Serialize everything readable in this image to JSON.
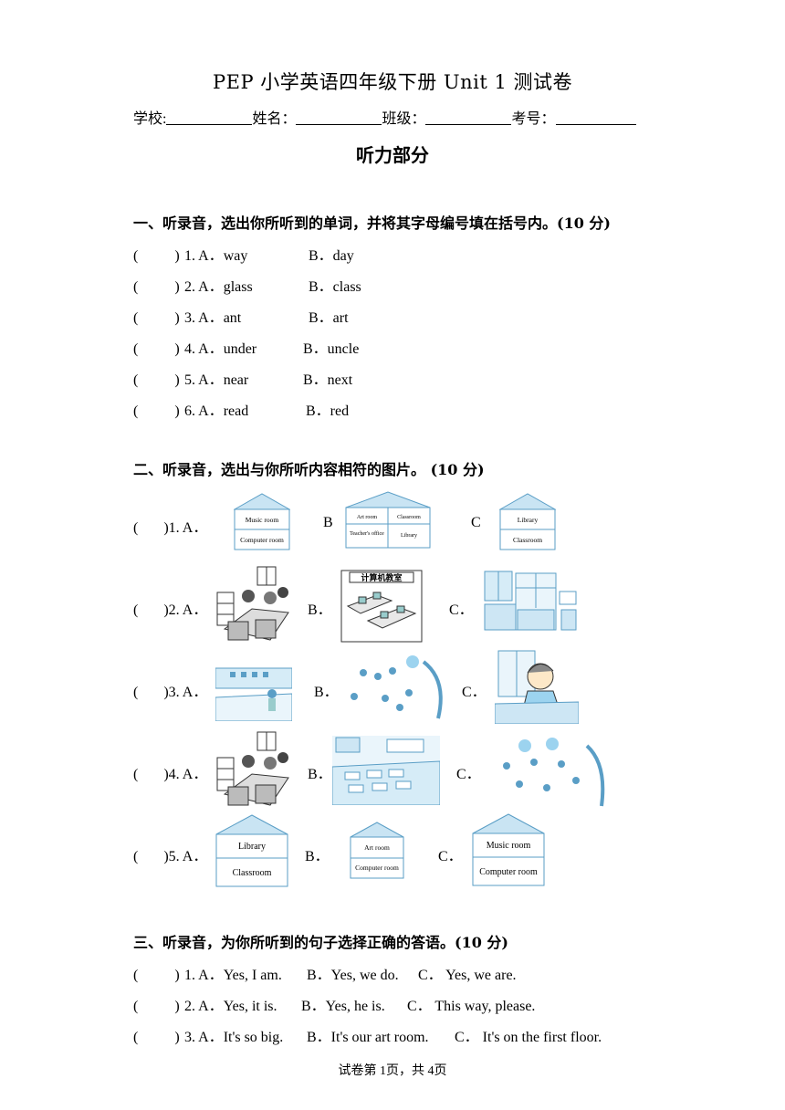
{
  "title": "PEP 小学英语四年级下册 Unit 1 测试卷",
  "info": {
    "school": "学校:",
    "name": "姓名：",
    "class": "班级：",
    "number": "考号："
  },
  "part_title": "听力部分",
  "section1": {
    "heading": "一、听录音，选出你所听到的单词，并将其字母编号填在括号内。(10 分)",
    "items": [
      {
        "num": "1. A．",
        "a": "way",
        "b": "B．day"
      },
      {
        "num": "2. A．",
        "a": "glass",
        "b": "B．class"
      },
      {
        "num": "3. A．",
        "a": "ant",
        "b": "B．art"
      },
      {
        "num": "4. A．",
        "a": "under",
        "b": "B．uncle"
      },
      {
        "num": "5. A．",
        "a": "near",
        "b": "B．next"
      },
      {
        "num": "6. A．",
        "a": "read",
        "b": "B．red"
      }
    ]
  },
  "section2": {
    "heading": "二、听录音，选出与你所听内容相符的图片。 (10 分)",
    "rows": [
      {
        "num": "1. A．",
        "b": "B",
        "c": "C"
      },
      {
        "num": "2. A．",
        "b": "B．",
        "c": "C．"
      },
      {
        "num": "3. A．",
        "b": "B．",
        "c": "C．"
      },
      {
        "num": "4. A．",
        "b": "B．",
        "c": "C．"
      },
      {
        "num": "5. A．",
        "b": "B．",
        "c": "C．"
      }
    ],
    "house_labels": {
      "music_room": "Music room",
      "computer_room": "Computer room",
      "art_room_short": "Art room",
      "classroom_short": "Classroom",
      "teachers_office": "Teacher's office",
      "library": "Library",
      "classroom": "Classroom",
      "art_room": "Art room"
    },
    "computer_sign": "计算机教室"
  },
  "section3": {
    "heading": "三、听录音，为你所听到的句子选择正确的答语。(10 分)",
    "items": [
      {
        "num": "1. A．",
        "a": "Yes, I am.",
        "b": "B．Yes, we do.",
        "c": "C．  Yes, we are."
      },
      {
        "num": "2. A．",
        "a": "Yes, it is.",
        "b": "B．Yes, he is.",
        "c": "C．  This way, please."
      },
      {
        "num": "3. A．",
        "a": "It's so big.",
        "b": "B．It's our art room.",
        "c": "C．  It's on the first floor."
      }
    ]
  },
  "footer": "试卷第 1页，共 4页",
  "colors": {
    "house_fill": "#c9e4f3",
    "house_stroke": "#5a9ec6"
  }
}
